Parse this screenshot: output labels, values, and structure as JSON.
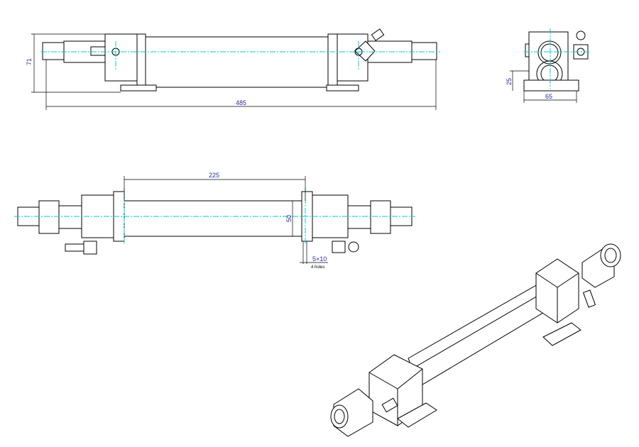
{
  "top_view": {
    "height_dim": "71",
    "length_dim": "485"
  },
  "end_view": {
    "base_height_dim": "25",
    "width_dim": "65"
  },
  "side_view": {
    "span_dim": "225",
    "diameter_dim": "50",
    "hole_dim": "5×10",
    "hole_note": "4 holes"
  },
  "colors": {
    "centerline": "#00c8d8",
    "dimension_text": "#2a2aa8"
  }
}
